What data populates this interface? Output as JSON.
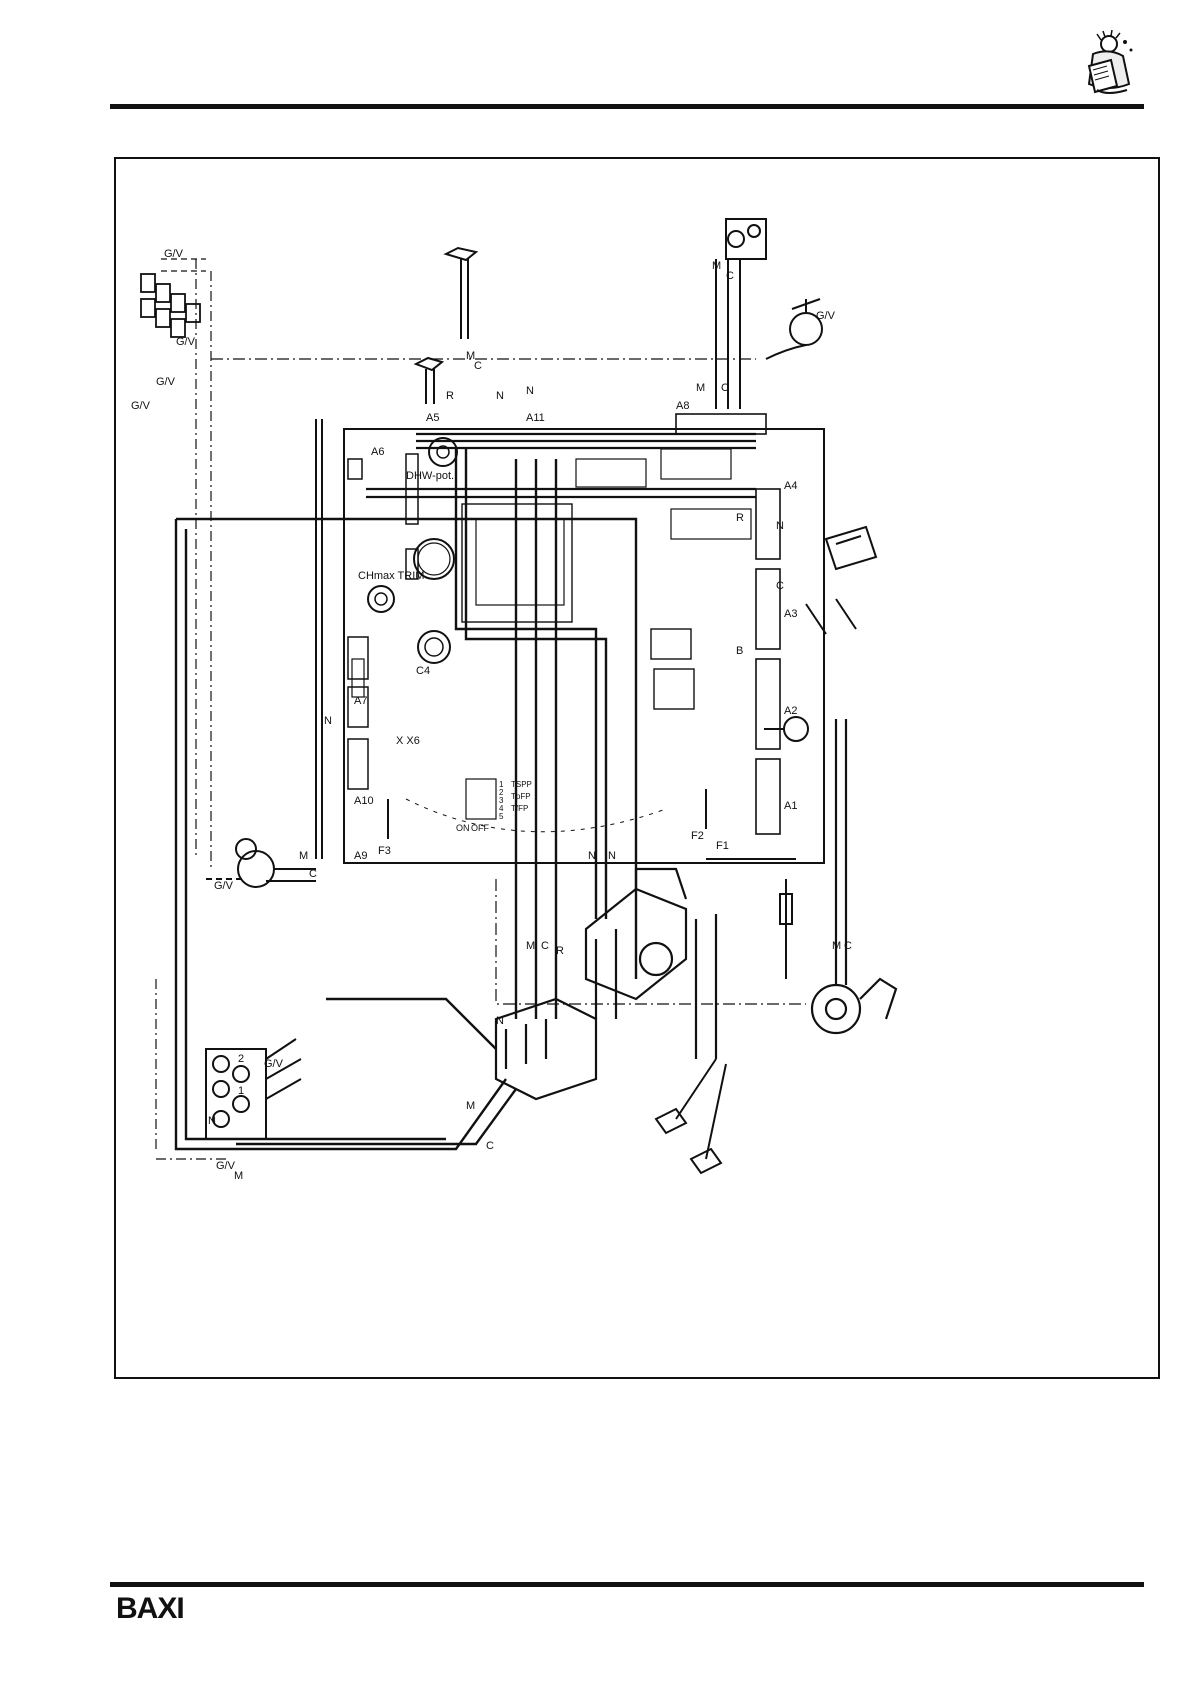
{
  "brand": "BAXI",
  "board": {
    "connectors": [
      "A1",
      "A2",
      "A3",
      "A4",
      "A5",
      "A6",
      "A7",
      "A8",
      "A9",
      "A10",
      "A11"
    ],
    "fuses": [
      "F1",
      "F2",
      "F3"
    ],
    "controls": [
      "DHW-pot.",
      "CHmax TRIM",
      "C4"
    ],
    "dip_switch_labels": [
      "ON",
      "OFF",
      "1",
      "2",
      "3",
      "4",
      "5",
      "TSPP",
      "TpFP",
      "TfFP"
    ],
    "other_labels": [
      "X X6"
    ]
  },
  "wire_codes": [
    "G/V",
    "M",
    "C",
    "N",
    "R",
    "B"
  ],
  "terminal_numbers": [
    "1",
    "2"
  ]
}
